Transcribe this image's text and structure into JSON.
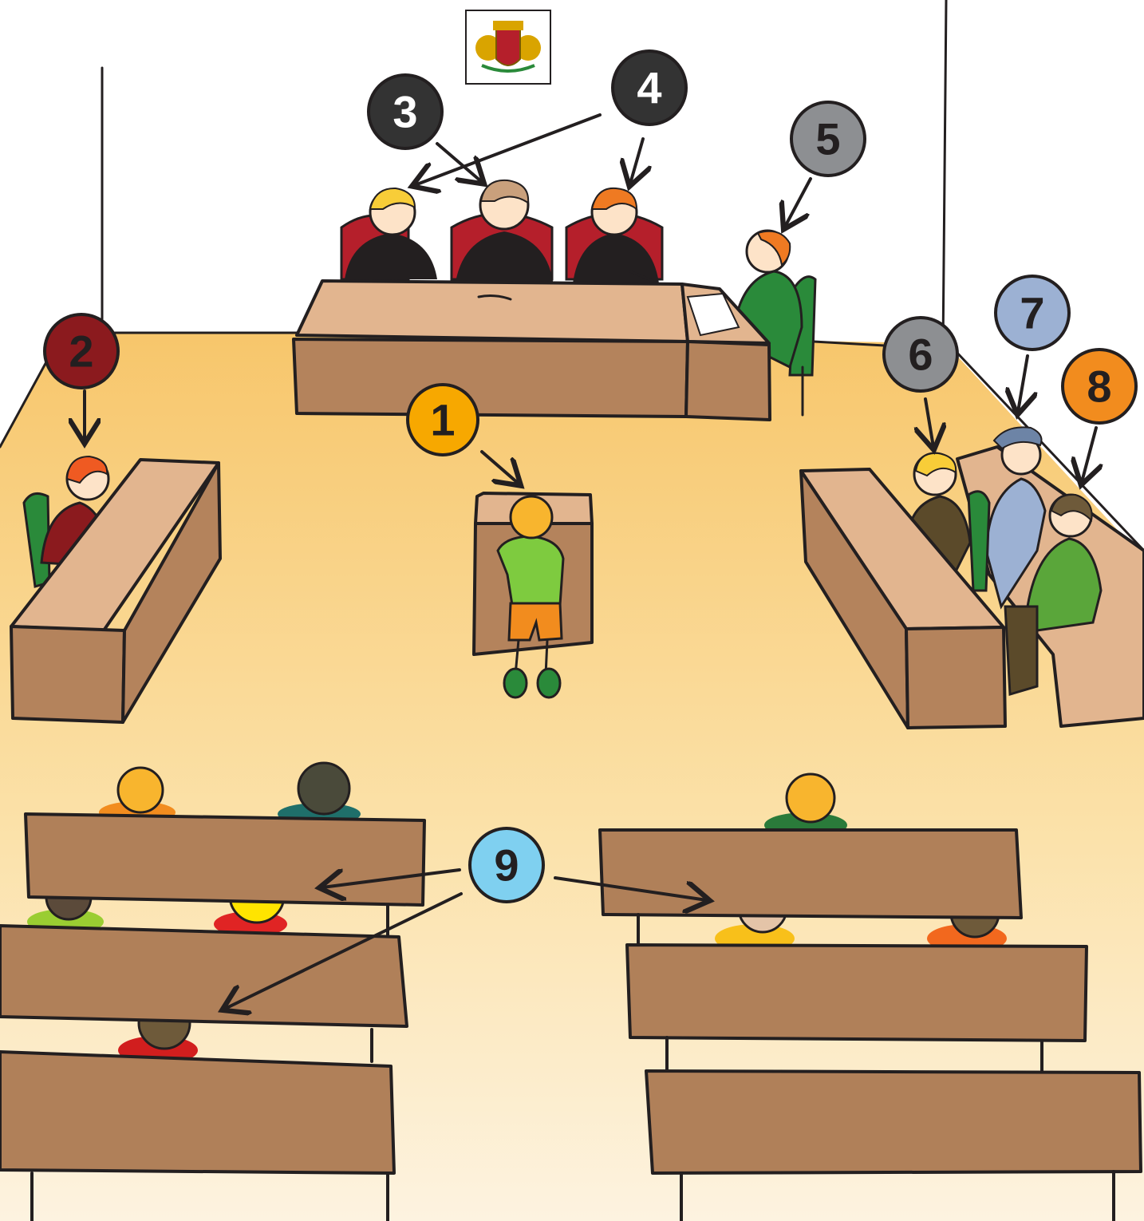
{
  "badges": [
    {
      "label": "1",
      "color": "#f7a800",
      "text_color": "#231f20"
    },
    {
      "label": "2",
      "color": "#8b1a1e",
      "text_color": "#231f20"
    },
    {
      "label": "3",
      "color": "#333333",
      "text_color": "#ffffff"
    },
    {
      "label": "4",
      "color": "#333333",
      "text_color": "#ffffff"
    },
    {
      "label": "5",
      "color": "#8d8f92",
      "text_color": "#231f20"
    },
    {
      "label": "6",
      "color": "#8d8f92",
      "text_color": "#231f20"
    },
    {
      "label": "7",
      "color": "#9cb1d3",
      "text_color": "#231f20"
    },
    {
      "label": "8",
      "color": "#f28c1e",
      "text_color": "#231f20"
    },
    {
      "label": "9",
      "color": "#7fd0f0",
      "text_color": "#231f20"
    }
  ],
  "colors": {
    "floor_top": "#f7c66b",
    "floor_bottom": "#fdf3e0",
    "wood_top": "#e2b58f",
    "wood_front": "#b4835c",
    "bench": "#b08059",
    "chair_red": "#b51f2b",
    "chair_green": "#2a8a3a",
    "robe": "#231f20"
  },
  "icons": {
    "coat_of_arms": "coat-of-arms-icon"
  }
}
